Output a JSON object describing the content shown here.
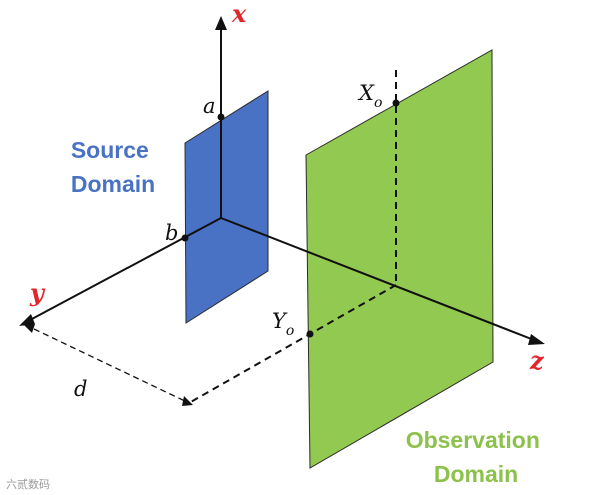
{
  "axes": {
    "x_label": "x",
    "y_label": "y",
    "z_label": "z",
    "label_color": "#e0262a"
  },
  "source_domain": {
    "line1": "Source",
    "line2": "Domain",
    "color": "#4a72c4",
    "label_color": "#4a72c4"
  },
  "observation_domain": {
    "line1": "Observation",
    "line2": "Domain",
    "color": "#92c950",
    "label_color": "#8cc24c"
  },
  "variables": {
    "a": "a",
    "b": "b",
    "d": "d",
    "xo_main": "X",
    "xo_sub": "o",
    "yo_main": "Y",
    "yo_sub": "o"
  },
  "watermark": "六贰数码"
}
